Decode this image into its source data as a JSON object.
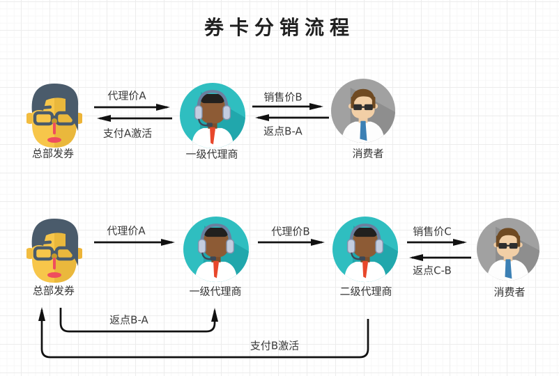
{
  "title": "券卡分销流程",
  "colors": {
    "agent_circle_teal": "#2fbec0",
    "consumer_circle_gray": "#a0a0a0",
    "hq_face_yellow": "#f7c64a",
    "arrow_black": "#111111",
    "agent_tie_red": "#e8472b",
    "consumer_tie_blue": "#3c80b4"
  },
  "flow1": {
    "nodes": [
      {
        "id": "hq",
        "label": "总部发券"
      },
      {
        "id": "level1-agent",
        "label": "一级代理商"
      },
      {
        "id": "consumer",
        "label": "消费者"
      }
    ],
    "edges": [
      {
        "label": "代理价A",
        "from": "总部发券",
        "to": "一级代理商",
        "direction": "right"
      },
      {
        "label": "支付A激活",
        "from": "一级代理商",
        "to": "总部发券",
        "direction": "left"
      },
      {
        "label": "销售价B",
        "from": "一级代理商",
        "to": "消费者",
        "direction": "right"
      },
      {
        "label": "返点B-A",
        "from": "消费者",
        "to": "一级代理商",
        "direction": "left"
      }
    ]
  },
  "flow2": {
    "nodes": [
      {
        "id": "hq",
        "label": "总部发券"
      },
      {
        "id": "level1-agent",
        "label": "一级代理商"
      },
      {
        "id": "level2-agent",
        "label": "二级代理商"
      },
      {
        "id": "consumer",
        "label": "消费者"
      }
    ],
    "edges": [
      {
        "label": "代理价A",
        "from": "总部发券",
        "to": "一级代理商",
        "direction": "right"
      },
      {
        "label": "代理价B",
        "from": "一级代理商",
        "to": "二级代理商",
        "direction": "right"
      },
      {
        "label": "销售价C",
        "from": "二级代理商",
        "to": "消费者",
        "direction": "right"
      },
      {
        "label": "返点C-B",
        "from": "消费者",
        "to": "二级代理商",
        "direction": "left"
      },
      {
        "label": "返点B-A",
        "from": "总部发券",
        "to": "一级代理商",
        "direction": "bottom-bracket-up"
      },
      {
        "label": "支付B激活",
        "from": "二级代理商",
        "to": "总部发券",
        "direction": "bottom-bracket-up"
      }
    ]
  }
}
